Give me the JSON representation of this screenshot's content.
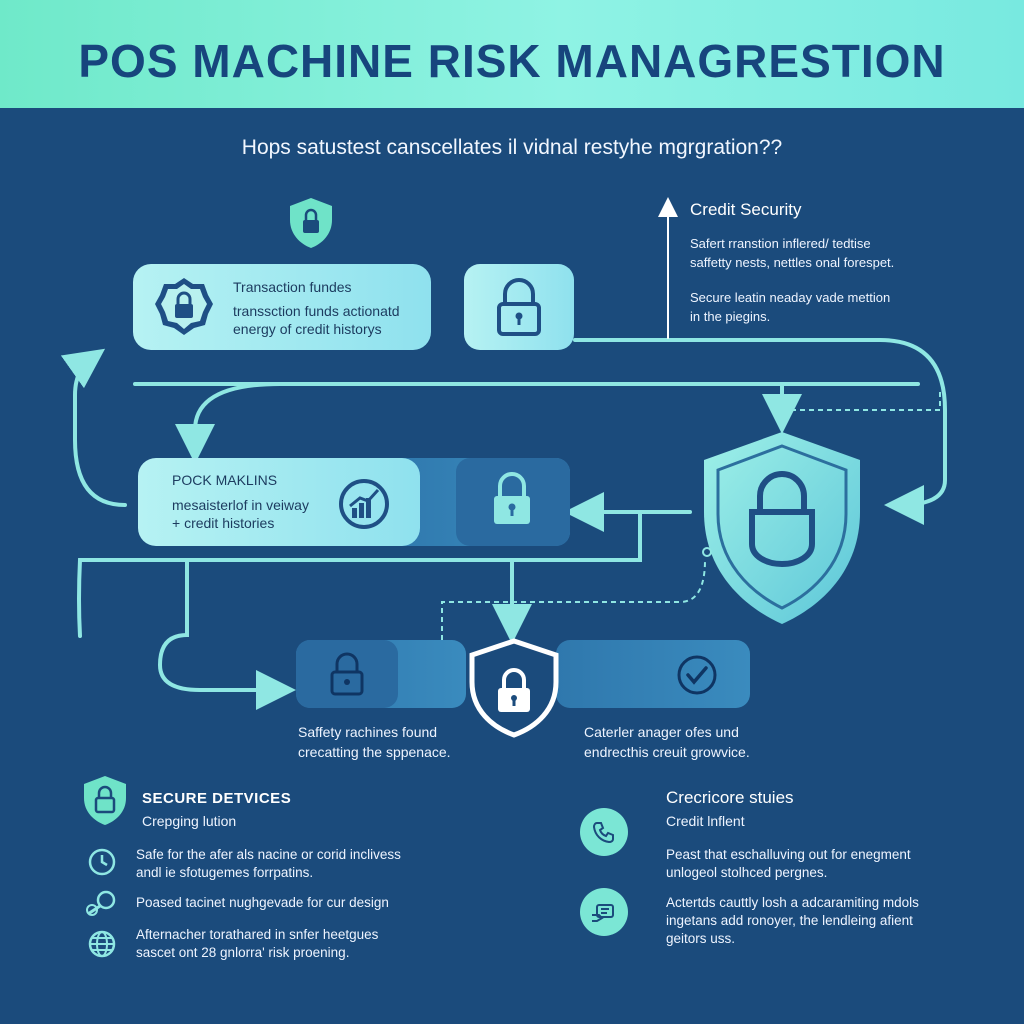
{
  "title": "POS MACHINE RISK MANAGRESTION",
  "subtitle": "Hops satustest canscellates il vidnal restyhe mgrgration??",
  "top_left_card": {
    "title": "Transaction fundes",
    "line1": "transsction funds actionatd",
    "line2": "energy of credit historys"
  },
  "credit_security": {
    "heading": "Credit Security",
    "line1": "Safert rranstion inflered/ tedtise",
    "line2": "saffetty nests, nettles onal forespet.",
    "line3": "Secure leatin neaday vade mettion",
    "line4": "in the piegins."
  },
  "middle_card": {
    "title": "POCK MAKLINS",
    "line1": "mesaisterlof in veiway",
    "line2": "+ credit histories"
  },
  "bottom_left_caption": {
    "line1": "Saffety rachines found",
    "line2": "crecatting the sppenace."
  },
  "bottom_right_caption": {
    "line1": "Caterler anager ofes und",
    "line2": "endrecthis creuit growvice."
  },
  "secure_devices": {
    "heading": "SECURE DETVICES",
    "subheading": "Crepging lution",
    "items": [
      {
        "icon": "clock-icon",
        "line1": "Safe for the afer als nacine or corid inclivess",
        "line2": "andl ie sfotugemes forrpatins."
      },
      {
        "icon": "magnifier-icon",
        "line1": "Poased tacinet nughgevade for cur design",
        "line2": ""
      },
      {
        "icon": "globe-icon",
        "line1": "Afternacher torathared in snfer heetgues",
        "line2": "sascet ont 28 gnlorra' risk proening."
      }
    ]
  },
  "crecricore": {
    "heading": "Crecricore stuies",
    "subheading": "Credit lnflent",
    "items": [
      {
        "icon": "phone-icon",
        "line1": "Peast that eschalluving out for enegment",
        "line2": "unlogeol stolhced pergnes.",
        "line3": ""
      },
      {
        "icon": "card-icon",
        "line1": "Actertds cauttly losh a adcaramiting mdols",
        "line2": "ingetans add ronoyer, the lendleing afient",
        "line3": "geitors uss."
      }
    ]
  },
  "colors": {
    "background": "#1b4b7c",
    "banner": "#6fe9c9",
    "accent": "#7be6d5",
    "title_text": "#17457d"
  }
}
